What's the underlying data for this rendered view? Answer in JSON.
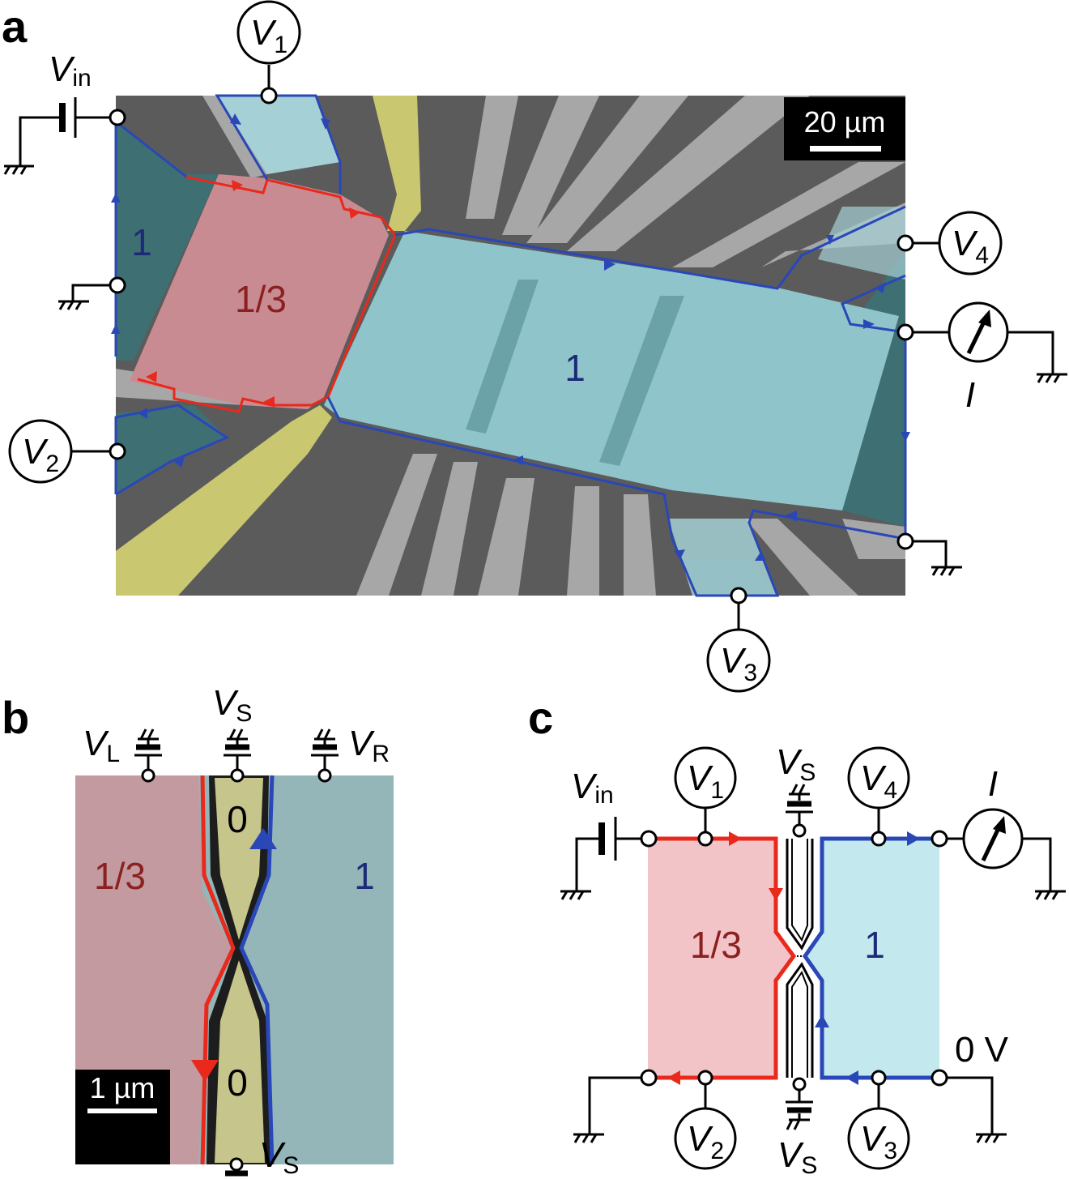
{
  "panels": {
    "a": {
      "letter": "a",
      "scale_bar": "20 µm",
      "filling_left": "1",
      "filling_middle": "1/3",
      "filling_right": "1",
      "contacts": {
        "v1": {
          "main": "V",
          "sub": "1"
        },
        "v2": {
          "main": "V",
          "sub": "2"
        },
        "v3": {
          "main": "V",
          "sub": "3"
        },
        "v4": {
          "main": "V",
          "sub": "4"
        },
        "vin": {
          "main": "V",
          "sub": "in"
        },
        "current": "I"
      }
    },
    "b": {
      "letter": "b",
      "scale_bar": "1 µm",
      "filling_left": "1/3",
      "filling_top_gate": "0",
      "filling_bottom_gate": "0",
      "filling_right": "1",
      "gates": {
        "vl": {
          "main": "V",
          "sub": "L"
        },
        "vs_top": {
          "main": "V",
          "sub": "S"
        },
        "vr": {
          "main": "V",
          "sub": "R"
        },
        "vs_bottom": {
          "main": "V",
          "sub": "S"
        }
      }
    },
    "c": {
      "letter": "c",
      "filling_left": "1/3",
      "filling_right": "1",
      "zero_volt": "0 V",
      "contacts": {
        "vin": {
          "main": "V",
          "sub": "in"
        },
        "v1": {
          "main": "V",
          "sub": "1"
        },
        "v2": {
          "main": "V",
          "sub": "2"
        },
        "v3": {
          "main": "V",
          "sub": "3"
        },
        "v4": {
          "main": "V",
          "sub": "4"
        },
        "vs_top": {
          "main": "V",
          "sub": "S"
        },
        "vs_bottom": {
          "main": "V",
          "sub": "S"
        },
        "current": "I"
      }
    }
  },
  "colors": {
    "red_edge": "#e8291c",
    "blue_edge": "#2a47b8",
    "pink_region": "#f2c4c8",
    "cyan_region": "#c3e8ee",
    "yellow_gate": "#cfcf6e",
    "sem_background": "#5a5a5a"
  }
}
